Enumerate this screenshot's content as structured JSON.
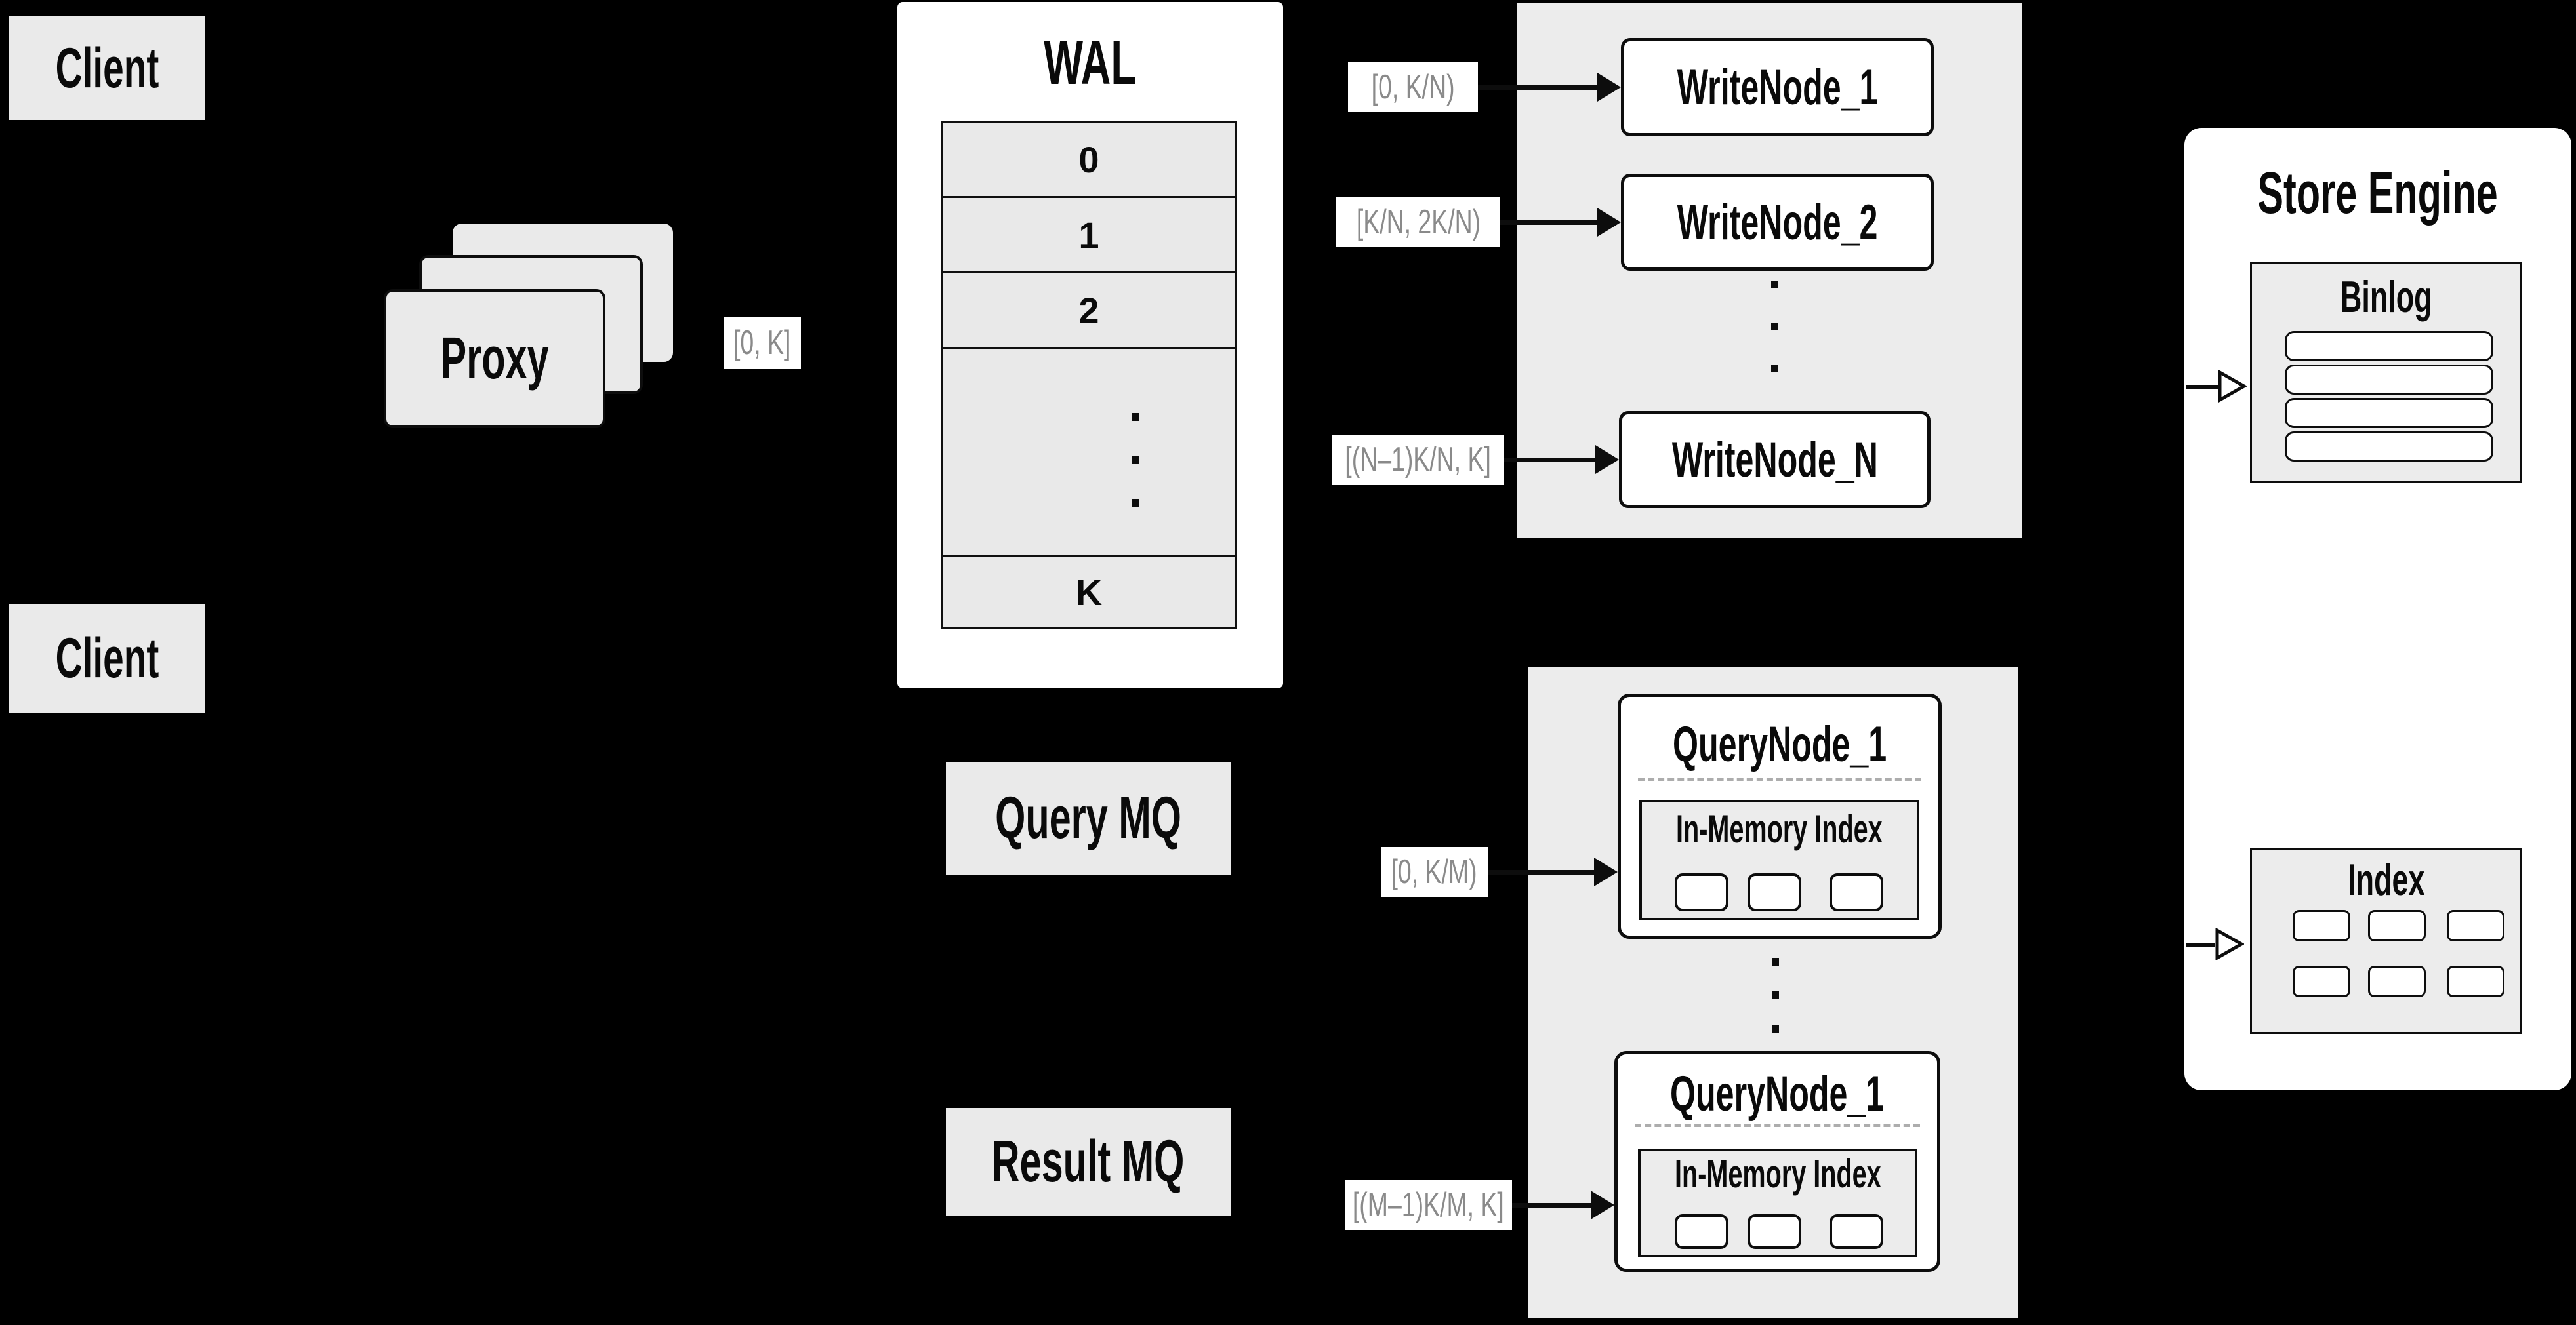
{
  "colors": {
    "background": "#000000",
    "panel_white": "#ffffff",
    "box_gray": "#eaeaea",
    "container_gray": "#ececec",
    "stroke_black": "#0d0d0d",
    "label_gray_text": "#8a8a8a"
  },
  "clients": {
    "top": "Client",
    "bottom": "Client"
  },
  "proxy": {
    "label": "Proxy"
  },
  "wal": {
    "title": "WAL",
    "rows": [
      "0",
      "1",
      "2"
    ],
    "last_row": "K"
  },
  "edge_labels": {
    "proxy_to_wal": "[0, K]",
    "to_writenode_1": "[0,  K/N)",
    "to_writenode_2": "[K/N, 2K/N)",
    "to_writenode_n": "[(N–1)K/N,  K]",
    "to_querynode_1": "[0, K/M)",
    "to_querynode_m": "[(M–1)K/M, K]"
  },
  "write_nodes": {
    "items": [
      "WriteNode_1",
      "WriteNode_2",
      "WriteNode_N"
    ]
  },
  "mq": {
    "query": "Query MQ",
    "result": "Result MQ"
  },
  "query_nodes": {
    "items": [
      {
        "title": "QueryNode_1",
        "subtitle": "In-Memory Index"
      },
      {
        "title": "QueryNode_1",
        "subtitle": "In-Memory Index"
      }
    ]
  },
  "store_engine": {
    "title": "Store Engine",
    "binlog_title": "Binlog",
    "index_title": "Index"
  }
}
